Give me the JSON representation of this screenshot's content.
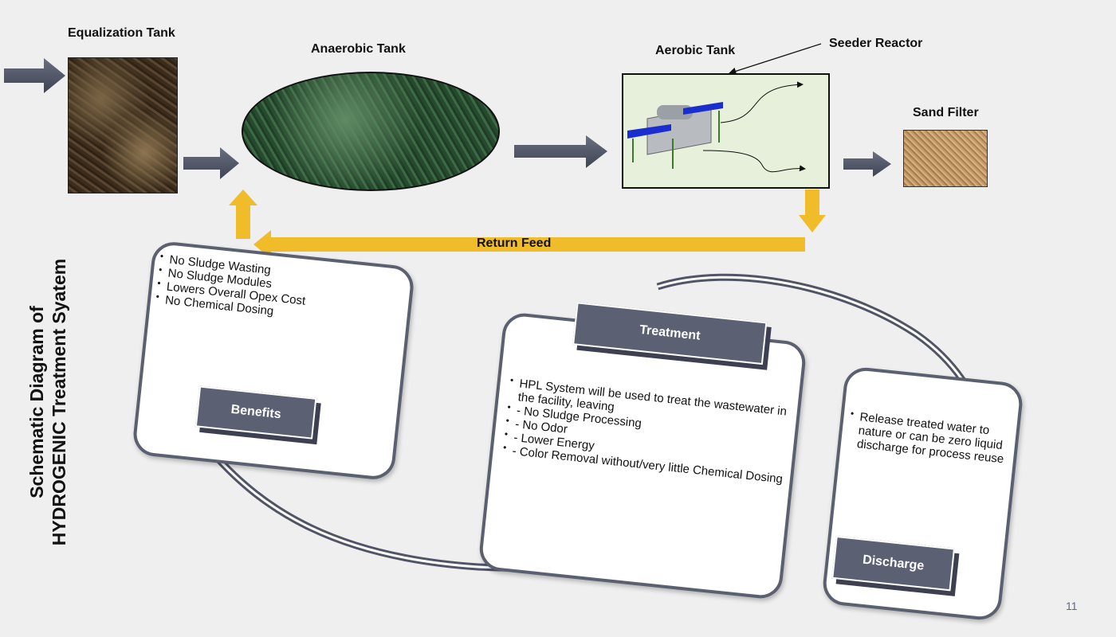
{
  "title": {
    "line1": "Schematic Diagram of",
    "line2": "HYDROGENIC Treatment Syatem"
  },
  "stages": {
    "equalization": "Equalization Tank",
    "anaerobic": "Anaerobic Tank",
    "aerobic": "Aerobic Tank",
    "seeder": "Seeder Reactor",
    "sand_filter": "Sand Filter"
  },
  "return_feed": "Return Feed",
  "benefits": {
    "label": "Benefits",
    "items": [
      "No Sludge Wasting",
      "No Sludge Modules",
      "Lowers Overall Opex Cost",
      "No Chemical Dosing"
    ]
  },
  "treatment": {
    "label": "Treatment",
    "items": [
      "HPL System will be used to treat the wastewater in the facility, leaving",
      "- No Sludge Processing",
      "- No Odor",
      "- Lower Energy",
      "- Color Removal without/very little Chemical Dosing"
    ]
  },
  "discharge": {
    "label": "Discharge",
    "items": [
      "Release treated water to nature or can be zero liquid discharge for process reuse"
    ]
  },
  "page_number": "11",
  "colors": {
    "arrow_gray": "#4f5566",
    "return_yellow": "#f0bc2a",
    "card_border": "#5b6070"
  }
}
